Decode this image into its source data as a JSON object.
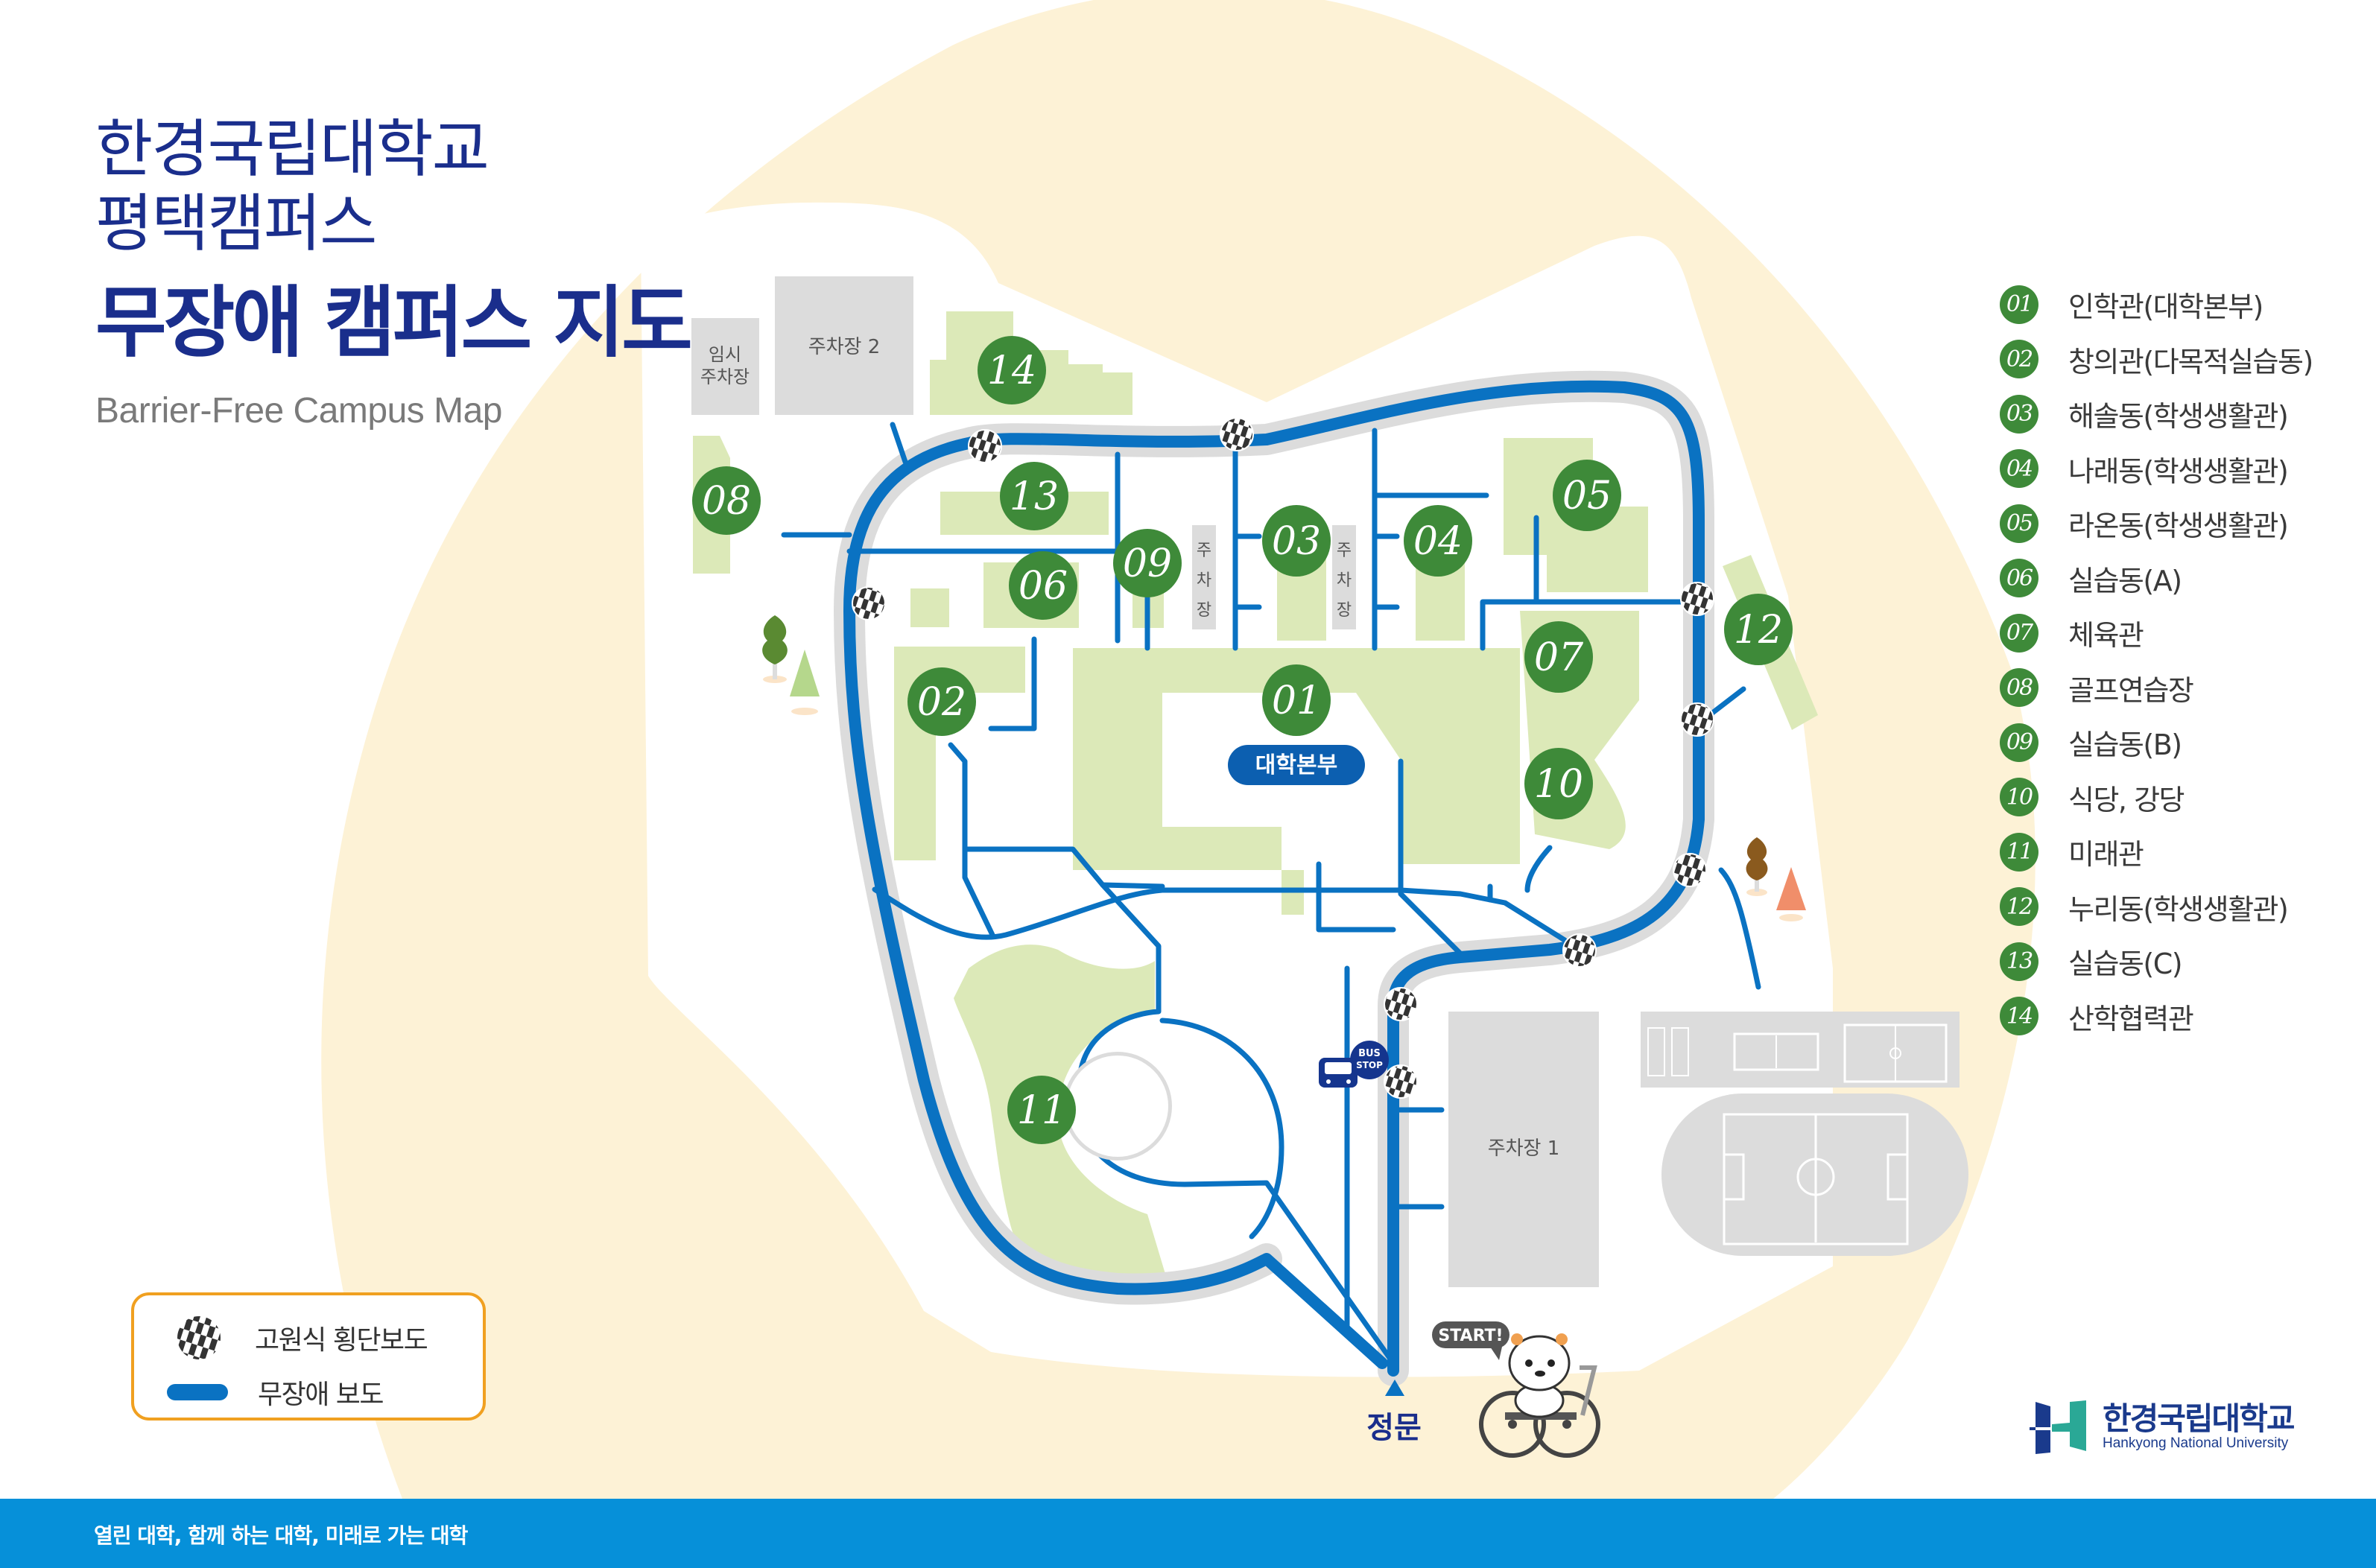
{
  "header": {
    "line1": "한경국립대학교",
    "line2": "평택캠퍼스",
    "main_title": "무장애 캠퍼스 지도",
    "subtitle_en": "Barrier-Free Campus Map"
  },
  "buildings": [
    {
      "num": "01",
      "name": "인학관(대학본부)"
    },
    {
      "num": "02",
      "name": "창의관(다목적실습동)"
    },
    {
      "num": "03",
      "name": "해솔동(학생생활관)"
    },
    {
      "num": "04",
      "name": "나래동(학생생활관)"
    },
    {
      "num": "05",
      "name": "라온동(학생생활관)"
    },
    {
      "num": "06",
      "name": "실습동(A)"
    },
    {
      "num": "07",
      "name": "체육관"
    },
    {
      "num": "08",
      "name": "골프연습장"
    },
    {
      "num": "09",
      "name": "실습동(B)"
    },
    {
      "num": "10",
      "name": "식당, 강당"
    },
    {
      "num": "11",
      "name": "미래관"
    },
    {
      "num": "12",
      "name": "누리동(학생생활관)"
    },
    {
      "num": "13",
      "name": "실습동(C)"
    },
    {
      "num": "14",
      "name": "산학협력관"
    }
  ],
  "map_labels": {
    "temp_parking_1": "임시",
    "temp_parking_2": "주차장",
    "parking_2": "주차장 2",
    "parking_1": "주차장 1",
    "parking_small_a": [
      "주",
      "차",
      "장"
    ],
    "parking_small_b": [
      "주",
      "차",
      "장"
    ],
    "hq_badge": "대학본부",
    "bus_stop_1": "BUS",
    "bus_stop_2": "STOP",
    "main_gate": "정문",
    "start_bubble": "START!"
  },
  "map_key": {
    "crosswalk_label": "고원식 횡단보도",
    "path_label": "무장애 보도"
  },
  "footer": {
    "slogan": "열린 대학, 함께 하는 대학, 미래로 가는 대학"
  },
  "logo": {
    "name_ko": "한경국립대학교",
    "name_en": "Hankyong National University"
  },
  "colors": {
    "title_navy": "#1a2e8c",
    "path_blue": "#0a72c2",
    "path_shadow": "#dcdcdc",
    "building_fill": "#dce9b8",
    "marker_green": "#3e8a39",
    "bg_cream": "#fdf2d6",
    "parking_gray": "#dcdcdc",
    "footer_blue": "#0690d9",
    "key_border": "#f0a020"
  }
}
